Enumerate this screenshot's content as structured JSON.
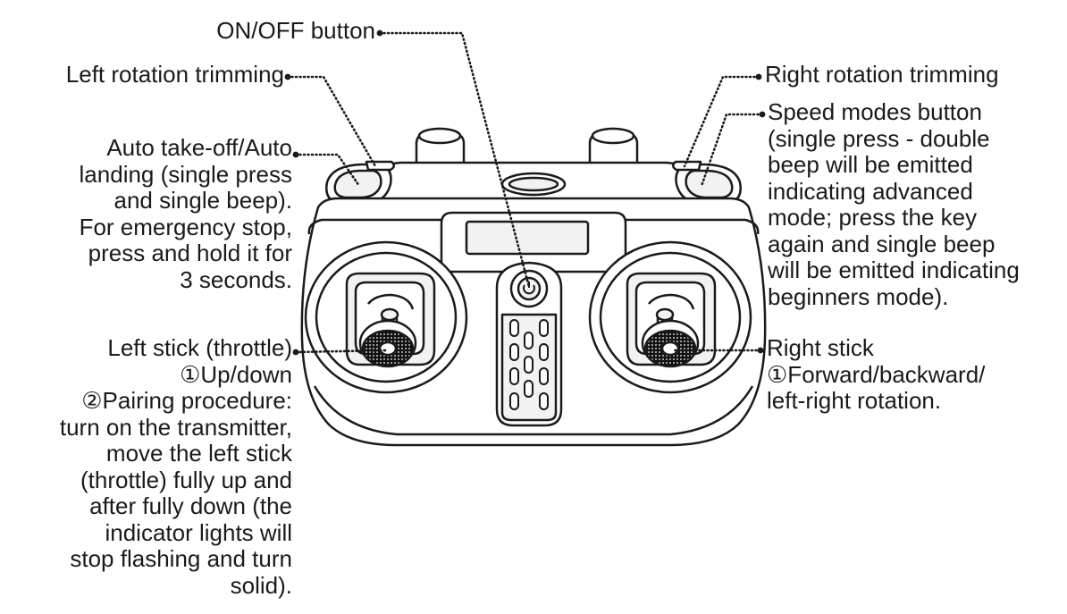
{
  "labels": {
    "on_off": "ON/OFF button",
    "left_trim": "Left rotation trimming",
    "right_trim": "Right rotation trimming",
    "auto_takeoff": "Auto take-off/Auto\nlanding (single press\nand single beep).\nFor emergency stop,\npress and hold it for\n3 seconds.",
    "speed_modes": "Speed modes button\n(single press - double\nbeep will be emitted\nindicating advanced\nmode; press the key\nagain and single beep\nwill be emitted indicating\nbeginners mode).",
    "left_stick": "Left stick (throttle)\n①Up/down\n②Pairing procedure:\nturn on the transmitter,\nmove the left stick\n(throttle) fully up and\nafter fully down (the\nindicator lights will\nstop flashing and turn\nsolid).",
    "right_stick": "Right stick\n①Forward/backward/\nleft-right rotation."
  },
  "colors": {
    "line": "#1a1a1a",
    "body_fill": "#ffffff",
    "shade": "#f2f2f2"
  },
  "icons": {
    "power": "power-icon"
  }
}
